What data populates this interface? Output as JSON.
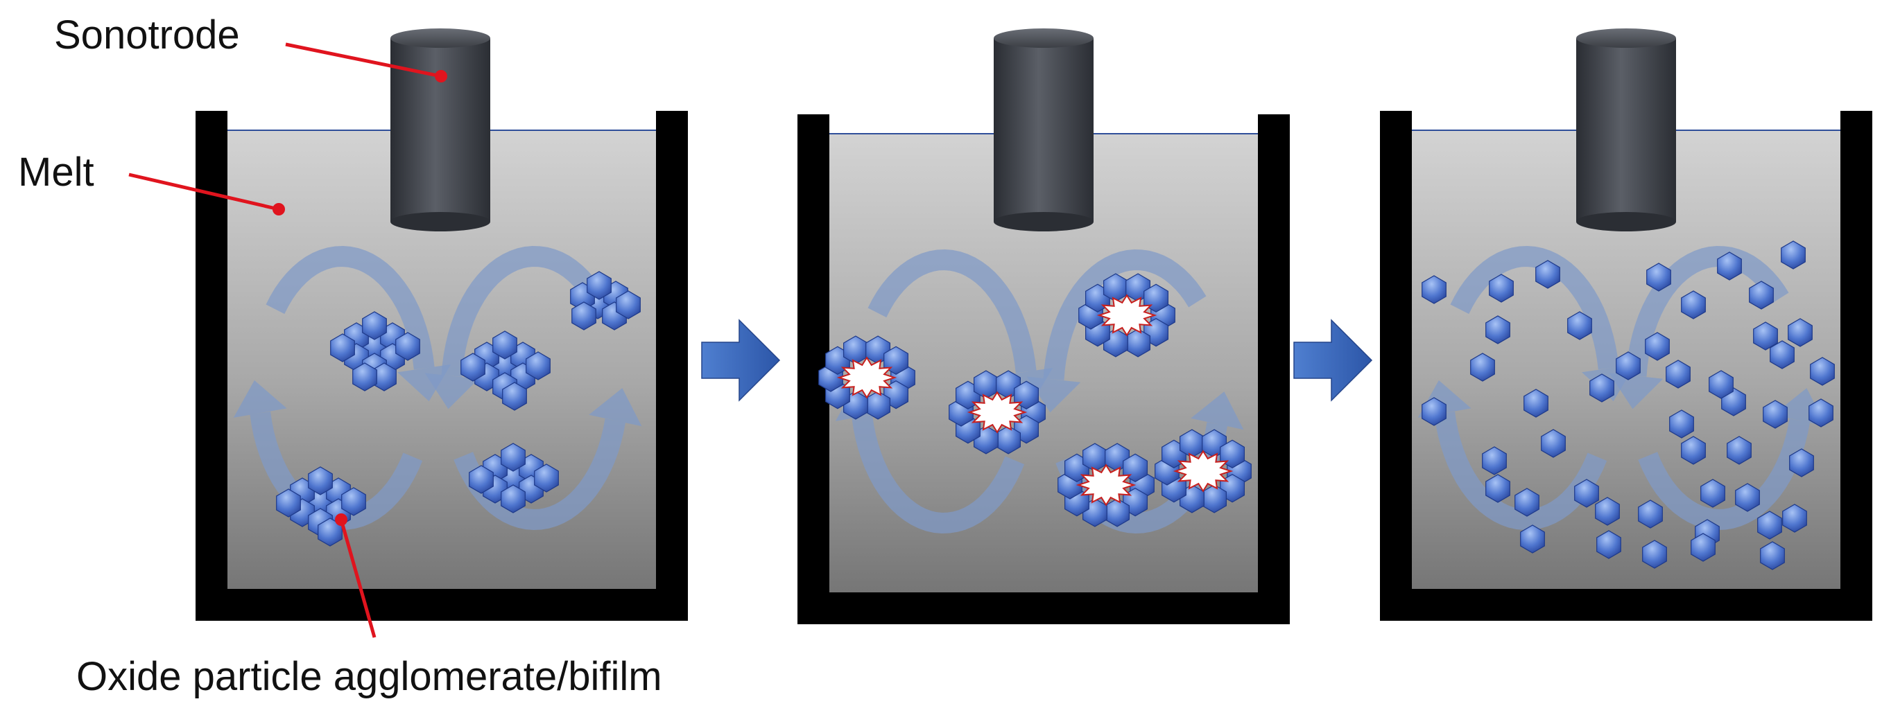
{
  "labels": {
    "sonotrode": "Sonotrode",
    "melt": "Melt",
    "oxide": "Oxide particle agglomerate/bifilm"
  },
  "colors": {
    "container_wall": "#000000",
    "melt_top": "#d2d2d2",
    "melt_bottom": "#7a7a7a",
    "melt_surface_line": "#2f4f9a",
    "sonotrode_dark": "#2e3136",
    "sonotrode_light": "#5a5e66",
    "flow_arrow": "#7f9ac8",
    "particle_light": "#8fb0ee",
    "particle_dark": "#2a4fae",
    "bifilm_fill": "#ffffff",
    "bifilm_edge": "#c8201e",
    "leader_line": "#e0141e",
    "stage_arrow": "#3a67b8"
  },
  "stages": [
    {
      "name": "stage-1-agglomerated"
    },
    {
      "name": "stage-2-breaking"
    },
    {
      "name": "stage-3-dispersed"
    }
  ],
  "transition_arrows": [
    "stage-1-to-2",
    "stage-2-to-3"
  ]
}
